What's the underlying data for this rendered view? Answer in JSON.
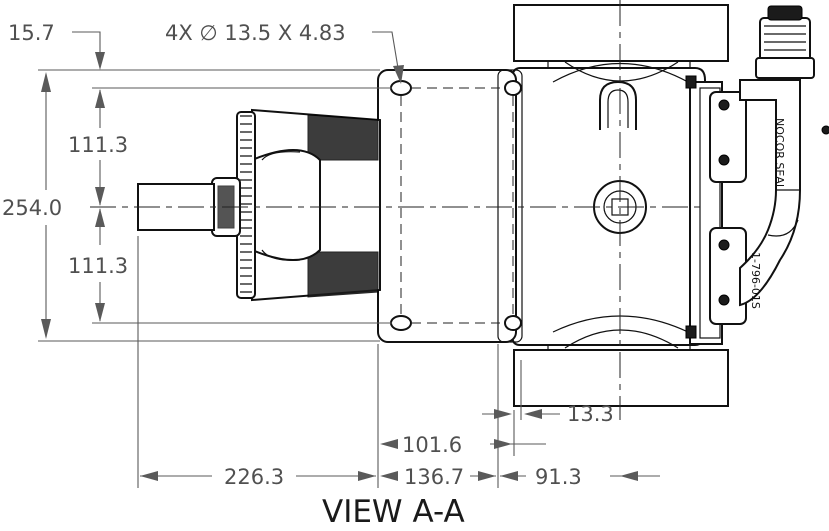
{
  "view_title": "VIEW A-A",
  "dimensions": {
    "offset_top": "15.7",
    "hole_callout": "4X ∅ 13.5 X 4.83",
    "half_height_upper": "111.3",
    "overall_height": "254.0",
    "half_height_lower": "111.3",
    "body_offset": "13.3",
    "flange_offset": "101.6",
    "shaft_length": "226.3",
    "mount_width": "136.7",
    "body_half": "91.3"
  },
  "stamp": {
    "top": "NOCOR SEAL",
    "code": "1-796-01S"
  }
}
